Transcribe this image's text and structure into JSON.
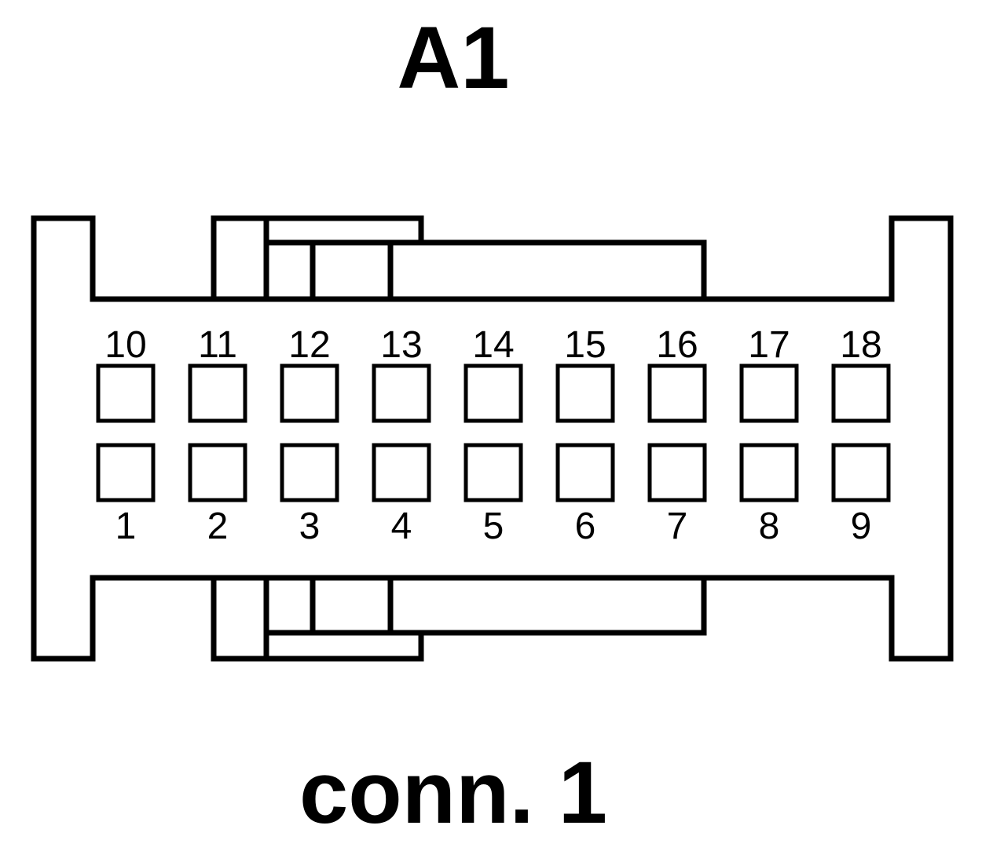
{
  "connector_id": "A1",
  "connector_caption": "conn. 1",
  "pins": {
    "top_row": [
      "10",
      "11",
      "12",
      "13",
      "14",
      "15",
      "16",
      "17",
      "18"
    ],
    "bottom_row": [
      "1",
      "2",
      "3",
      "4",
      "5",
      "6",
      "7",
      "8",
      "9"
    ]
  },
  "colors": {
    "stroke": "#000000",
    "fill": "#ffffff"
  }
}
